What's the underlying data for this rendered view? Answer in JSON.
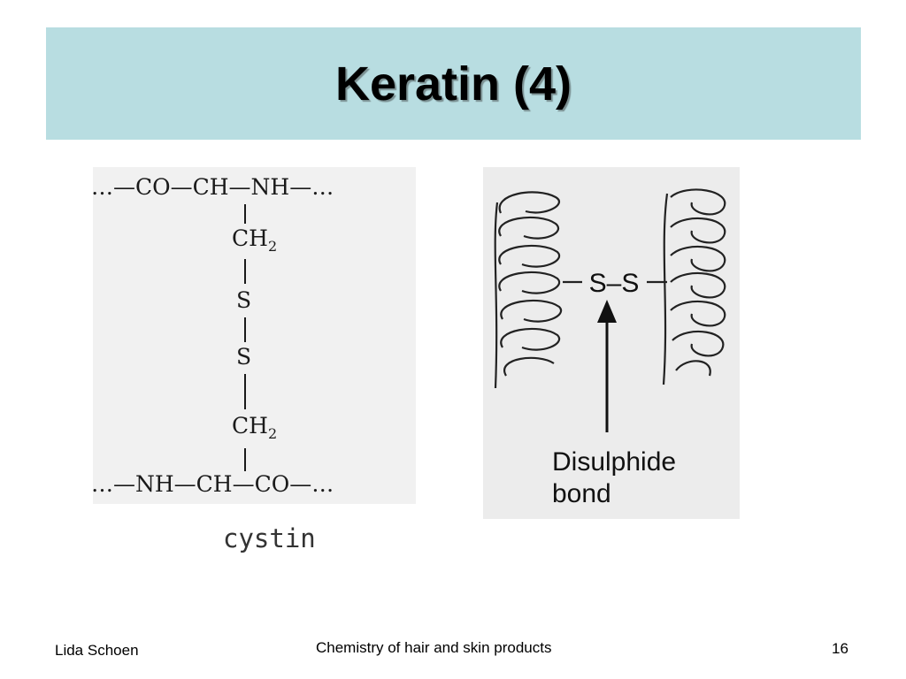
{
  "slide": {
    "title": "Keratin (4)",
    "left_figure": {
      "top_chain": "…—CO—CH—NH—…",
      "ch2_top": "CH",
      "ch2_top_sub": "2",
      "s1": "S",
      "s2": "S",
      "ch2_bottom": "CH",
      "ch2_bottom_sub": "2",
      "bottom_chain": "…—NH—CH—CO—…"
    },
    "right_figure": {
      "bond_text": "S–S",
      "label_line1": "Disulphide",
      "label_line2": "bond"
    },
    "caption": "cystin",
    "footer": {
      "author": "Lida Schoen",
      "course": "Chemistry of hair and skin products",
      "page_number": "16"
    }
  }
}
